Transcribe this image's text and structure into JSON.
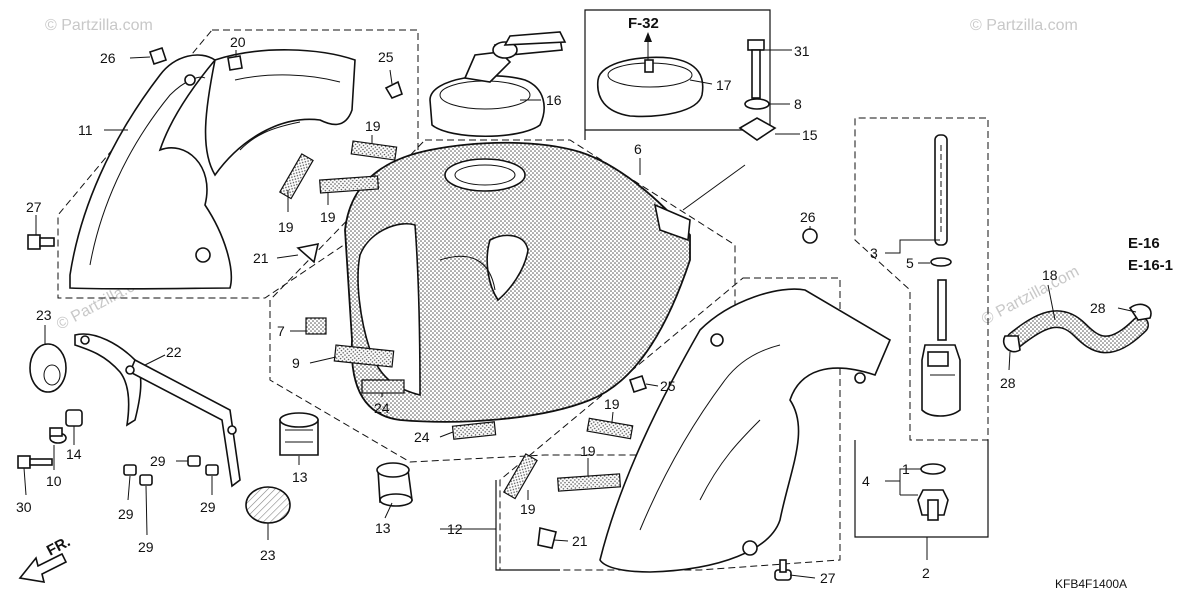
{
  "diagram": {
    "refs": {
      "f32": "F-32",
      "e16": "E-16",
      "e161": "E-16-1"
    },
    "front_label": "FR.",
    "code": "KFB4F1400A",
    "watermark": "© Partzilla.com",
    "callouts": {
      "c1": "1",
      "c2": "2",
      "c3": "3",
      "c4": "4",
      "c5": "5",
      "c6": "6",
      "c7": "7",
      "c8": "8",
      "c9": "9",
      "c10": "10",
      "c11": "11",
      "c12": "12",
      "c13a": "13",
      "c13b": "13",
      "c14": "14",
      "c15": "15",
      "c16": "16",
      "c17": "17",
      "c18": "18",
      "c19a": "19",
      "c19b": "19",
      "c19c": "19",
      "c19d": "19",
      "c19e": "19",
      "c19f": "19",
      "c20": "20",
      "c21a": "21",
      "c21b": "21",
      "c22": "22",
      "c23a": "23",
      "c23b": "23",
      "c24a": "24",
      "c24b": "24",
      "c25a": "25",
      "c25b": "25",
      "c26a": "26",
      "c26b": "26",
      "c27a": "27",
      "c27b": "27",
      "c28a": "28",
      "c28b": "28",
      "c29a": "29",
      "c29b": "29",
      "c29c": "29",
      "c29d": "29",
      "c30": "30",
      "c31": "31"
    }
  }
}
